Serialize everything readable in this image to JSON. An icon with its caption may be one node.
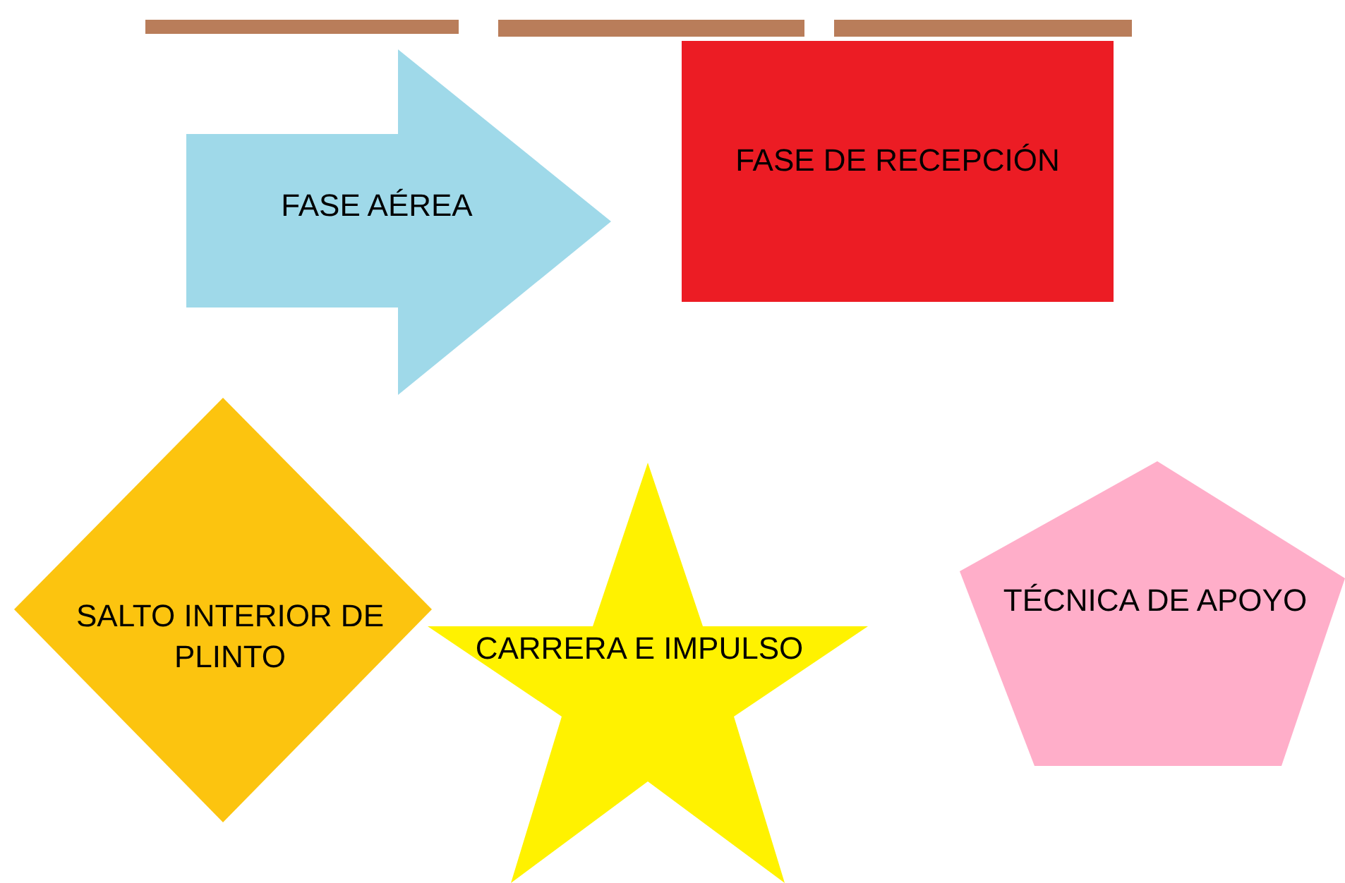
{
  "diagram": {
    "nodes": [
      {
        "text": [],
        "shape": "bar"
      },
      {
        "text": [],
        "shape": "bar"
      },
      {
        "text": [],
        "shape": "bar"
      },
      {
        "text": [
          "FASE AÉREA"
        ]
      },
      {
        "text": [
          "FASE DE RECEPCIÓN"
        ]
      },
      {
        "text": [
          "SALTO INTERIOR DE PLINTO"
        ]
      },
      {
        "text": [
          "CARRERA E IMPULSO"
        ]
      },
      {
        "text": [
          "TÉCNICA DE APOYO"
        ]
      }
    ]
  }
}
